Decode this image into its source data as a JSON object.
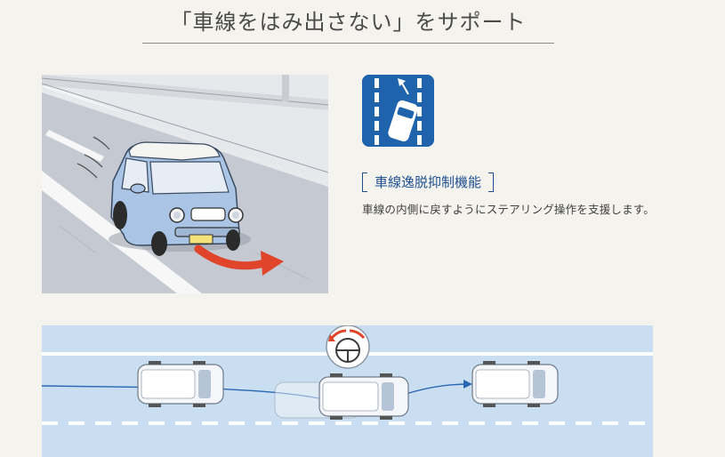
{
  "page": {
    "title": "「車線をはみ出さない」をサポート"
  },
  "feature": {
    "icon": "lane-departure-icon",
    "heading": "車線逸脱抑制機能",
    "description": "車線の内側に戻すようにステアリング操作を支援します。"
  },
  "colors": {
    "background": "#f5f3ee",
    "accent_blue": "#1f63ad",
    "heading_blue": "#1d4f91",
    "arrow_red": "#e0452b",
    "road_blue": "#c9def0",
    "car_body_blue": "#a9c4e4"
  },
  "illustration": {
    "subject": "car-steering-back-into-lane-illustration"
  },
  "diagram": {
    "subject": "top-down-lane-assist-diagram",
    "steering_icon": "steering-wheel-icon"
  }
}
